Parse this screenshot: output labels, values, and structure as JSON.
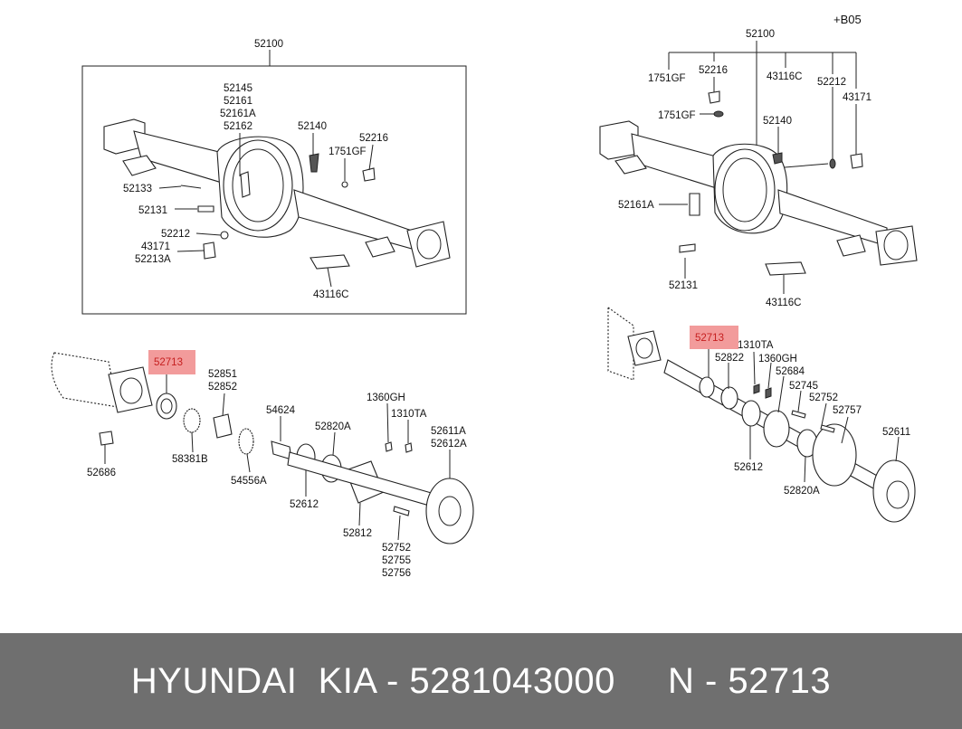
{
  "diagram": {
    "left": {
      "assembly": "52100",
      "labels": [
        "52145",
        "52161",
        "52161A",
        "52162",
        "52140",
        "52216",
        "1751GF",
        "52133",
        "52131",
        "52212",
        "43171",
        "52213A",
        "43116C"
      ]
    },
    "right": {
      "option": "+B05",
      "assembly": "52100",
      "labels": [
        "1751GF",
        "52216",
        "43116C",
        "52212",
        "43171",
        "1751GF",
        "52140",
        "52161A",
        "52131",
        "43116C"
      ]
    },
    "lower_left": {
      "highlight": "52713",
      "labels": [
        "52851",
        "52852",
        "58381B",
        "52686",
        "54556A",
        "54624",
        "52820A",
        "1360GH",
        "1310TA",
        "52611A",
        "52612A",
        "52612",
        "52812",
        "52752",
        "52755",
        "52756"
      ]
    },
    "lower_right": {
      "highlight": "52713",
      "labels": [
        "1310TA",
        "52822",
        "1360GH",
        "52684",
        "52745",
        "52752",
        "52757",
        "52611",
        "52612",
        "52820A"
      ]
    }
  },
  "footer": {
    "text": "HYUNDAI  KIA - 5281043000     N - 52713"
  },
  "colors": {
    "highlight": "#f08a8a",
    "footer_bg": "#6f6f6f"
  }
}
